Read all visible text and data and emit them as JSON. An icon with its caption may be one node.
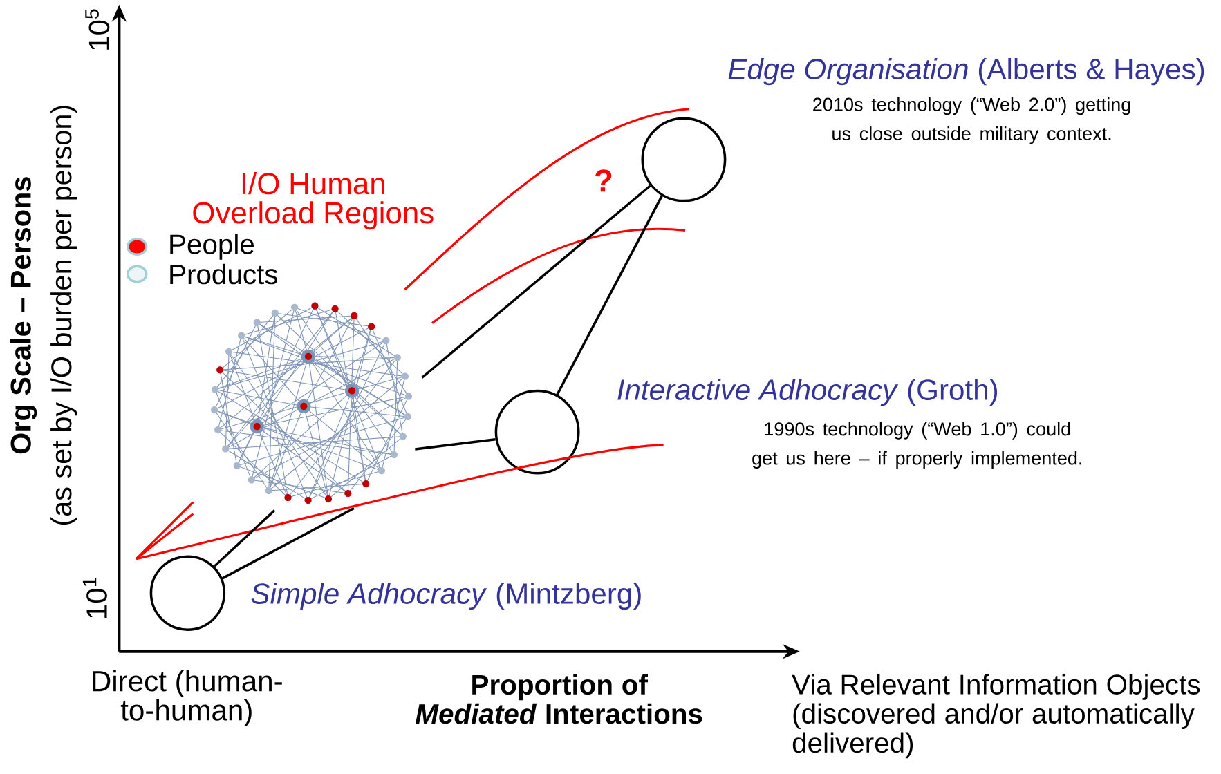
{
  "diagram": {
    "nodes": [
      {
        "text": [],
        "shape": "picture"
      },
      {
        "text": [],
        "shape": "circle",
        "beside": [
          "*Simple Adhocracy* (Mintzberg)"
        ]
      },
      {
        "text": [],
        "shape": "circle",
        "beside": [
          "*Interactive Adhocracy* (Groth)",
          "1990s technology (“Web 1.0”) could get us here – if properly implemented."
        ]
      },
      {
        "text": [],
        "shape": "circle",
        "beside": [
          "*Edge Organisation* (Alberts & Hayes)",
          "2010s technology (“Web 2.0”) getting us close outside military context."
        ]
      }
    ],
    "edges": [
      {
        "from": 1,
        "to": 0,
        "arrow": "none"
      },
      {
        "from": 1,
        "to": 0,
        "arrow": "none"
      },
      {
        "from": 2,
        "to": 0,
        "arrow": "none"
      },
      {
        "from": 3,
        "to": 0,
        "arrow": "none"
      },
      {
        "from": 3,
        "to": 2,
        "arrow": "none"
      }
    ],
    "labels": [
      "I/O Human Overload Regions",
      "?",
      "10$^{5}$",
      "Org Scale – Persons",
      "(as set by I/O burden per person)",
      "10$^{1}$",
      "Direct (human-to-human)",
      "Proportion of *Mediated* Interactions",
      "Via Relevant Information Objects (discovered and/or automatically delivered)"
    ],
    "legend": [
      {
        "text": "People",
        "color": "#ff0000"
      },
      {
        "text": "Products",
        "color": "#eef5f7"
      }
    ]
  }
}
